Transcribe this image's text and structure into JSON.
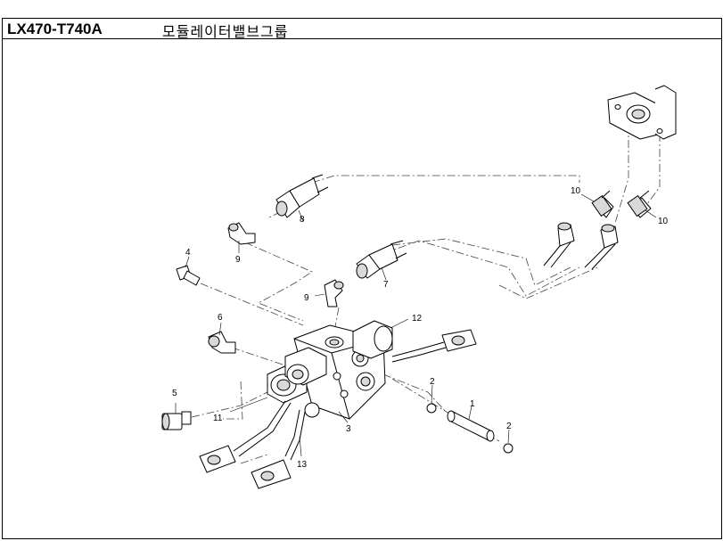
{
  "header": {
    "part_code": "LX470-T740A",
    "title": "모듈레이터밸브그룹"
  },
  "callouts": [
    {
      "id": "c1",
      "label": "1"
    },
    {
      "id": "c2a",
      "label": "2"
    },
    {
      "id": "c2b",
      "label": "2"
    },
    {
      "id": "c3",
      "label": "3"
    },
    {
      "id": "c4",
      "label": "4"
    },
    {
      "id": "c5",
      "label": "5"
    },
    {
      "id": "c6",
      "label": "6"
    },
    {
      "id": "c7",
      "label": "7"
    },
    {
      "id": "c8",
      "label": "8"
    },
    {
      "id": "c9a",
      "label": "9"
    },
    {
      "id": "c9b",
      "label": "9"
    },
    {
      "id": "c10a",
      "label": "10"
    },
    {
      "id": "c10b",
      "label": "10"
    },
    {
      "id": "c11",
      "label": "11"
    },
    {
      "id": "c12",
      "label": "12"
    },
    {
      "id": "c13",
      "label": "13"
    }
  ]
}
